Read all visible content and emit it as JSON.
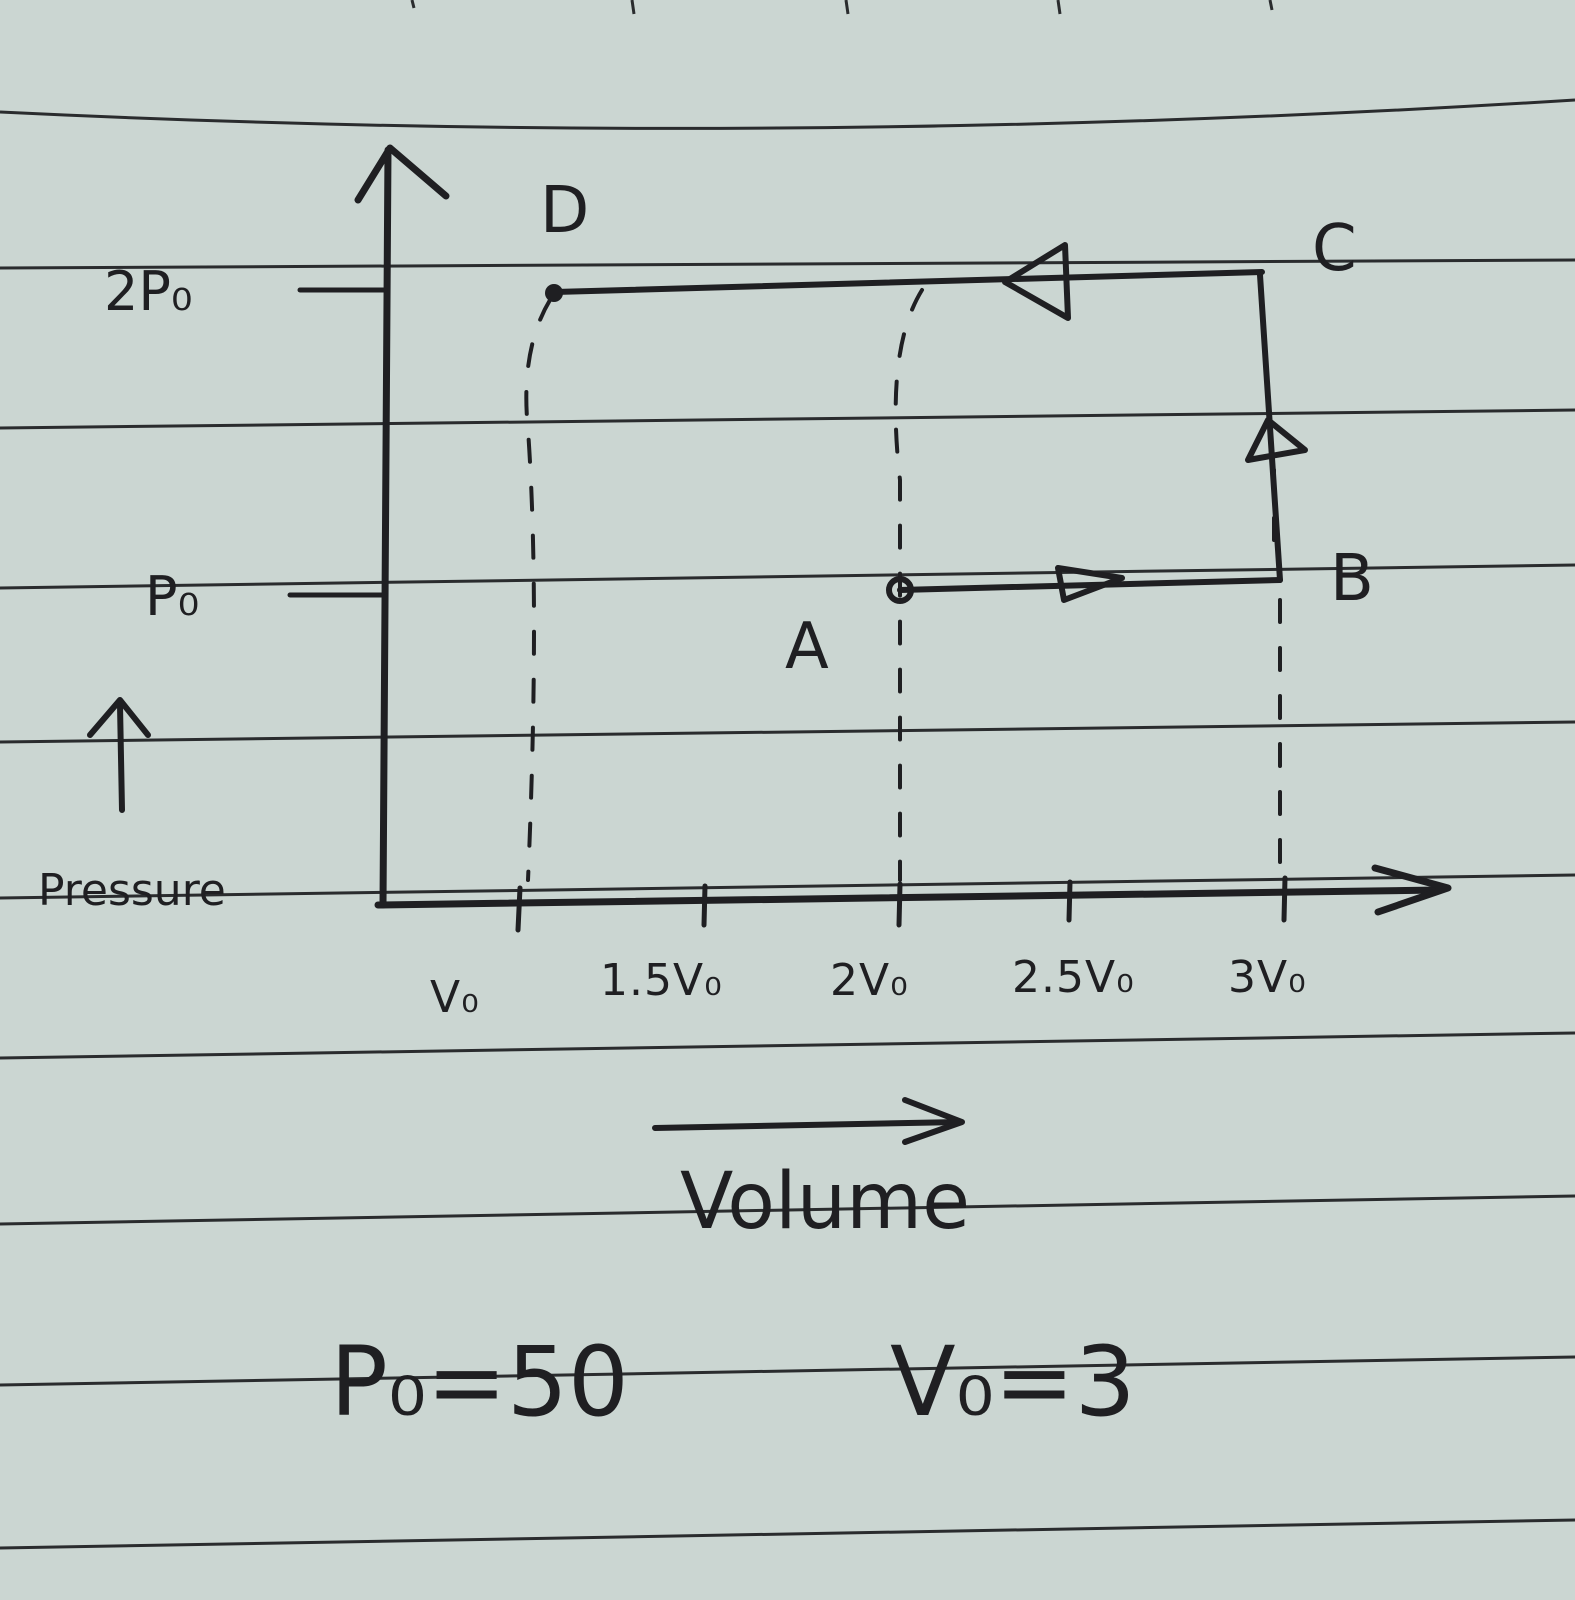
{
  "diagram": {
    "y_axis_label": "Pressure",
    "x_axis_label": "Volume",
    "y_ticks": [
      "2P₀",
      "P₀"
    ],
    "x_ticks": [
      "V₀",
      "1.5V₀",
      "2V₀",
      "2.5V₀",
      "3V₀"
    ],
    "points": [
      {
        "name": "A",
        "volume": "2V₀",
        "pressure": "P₀"
      },
      {
        "name": "B",
        "volume": "3V₀",
        "pressure": "P₀"
      },
      {
        "name": "C",
        "volume": "3V₀",
        "pressure": "2P₀"
      },
      {
        "name": "D",
        "volume": "V₀",
        "pressure": "2P₀"
      }
    ],
    "path": [
      "A",
      "B",
      "C",
      "D"
    ],
    "givens": {
      "p0": "P₀=50",
      "v0": "V₀=3"
    }
  }
}
